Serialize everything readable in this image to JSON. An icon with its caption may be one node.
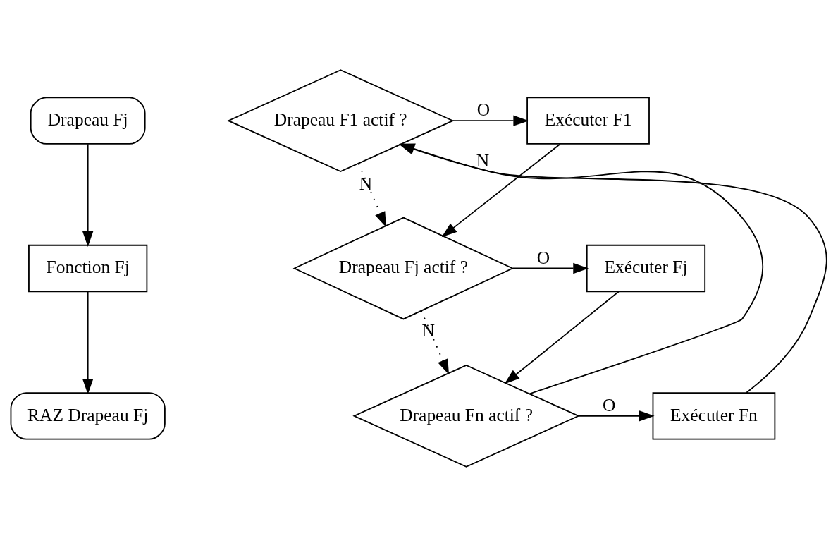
{
  "diagram": {
    "nodes": [
      {
        "text": [
          "Drapeau Fj"
        ]
      },
      {
        "text": [
          "Fonction Fj"
        ]
      },
      {
        "text": [
          "RAZ Drapeau Fj"
        ]
      },
      {
        "text": [
          "Drapeau F1 actif ?"
        ]
      },
      {
        "text": [
          "Exécuter F1"
        ]
      },
      {
        "text": [
          "Drapeau Fj actif ?"
        ]
      },
      {
        "text": [
          "Exécuter Fj"
        ]
      },
      {
        "text": [
          "Drapeau Fn actif ?"
        ]
      },
      {
        "text": [
          "Exécuter Fn"
        ]
      }
    ],
    "edges": [
      {
        "from": 0,
        "to": 1,
        "arrow": "to"
      },
      {
        "from": 1,
        "to": 2,
        "arrow": "to"
      },
      {
        "from": 3,
        "to": 4,
        "label": "O",
        "arrow": "to"
      },
      {
        "from": 3,
        "to": 5,
        "label": "N",
        "arrow": "to",
        "style": "dashed"
      },
      {
        "from": 4,
        "to": 5,
        "arrow": "to"
      },
      {
        "from": 5,
        "to": 6,
        "label": "O",
        "arrow": "to"
      },
      {
        "from": 5,
        "to": 7,
        "label": "N",
        "arrow": "to",
        "style": "dashed"
      },
      {
        "from": 6,
        "to": 7,
        "arrow": "to"
      },
      {
        "from": 7,
        "to": 8,
        "label": "O",
        "arrow": "to"
      },
      {
        "from": 7,
        "to": 3,
        "label": "N",
        "arrow": "to"
      },
      {
        "from": 8,
        "to": 3,
        "arrow": "to"
      }
    ]
  }
}
